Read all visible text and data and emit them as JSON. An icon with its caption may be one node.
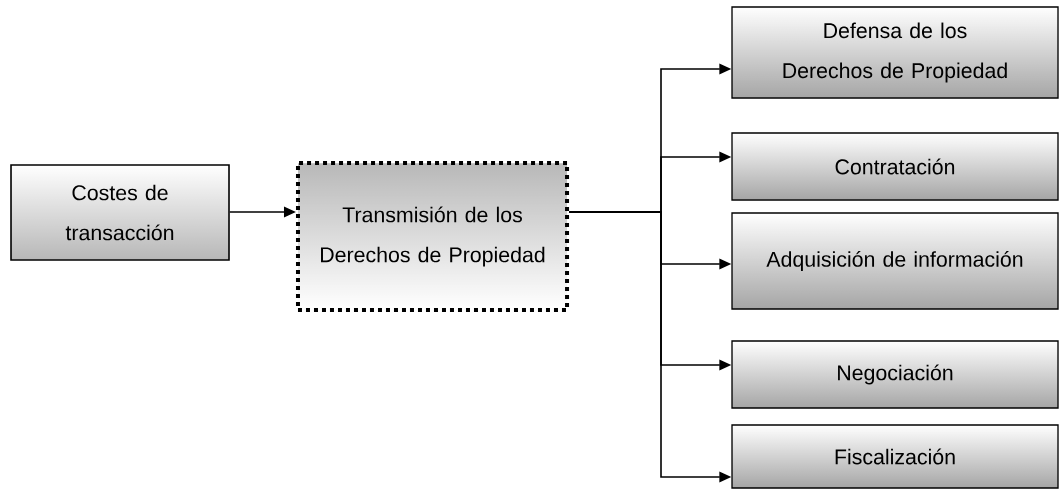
{
  "diagram": {
    "nodes": [
      {
        "text": [
          "Costes de transacción"
        ]
      },
      {
        "text": [
          "Transmisión de los Derechos de Propiedad"
        ]
      },
      {
        "text": [
          "Defensa de los Derechos de Propiedad"
        ]
      },
      {
        "text": [
          "Contratación"
        ]
      },
      {
        "text": [
          "Adquisición de información"
        ]
      },
      {
        "text": [
          "Negociación"
        ]
      },
      {
        "text": [
          "Fiscalización"
        ]
      }
    ],
    "edges": [
      {
        "from": 0,
        "to": 1,
        "arrow": "to"
      },
      {
        "from": 1,
        "to": 2,
        "arrow": "to"
      },
      {
        "from": 1,
        "to": 3,
        "arrow": "to"
      },
      {
        "from": 1,
        "to": 4,
        "arrow": "to"
      },
      {
        "from": 1,
        "to": 5,
        "arrow": "to"
      },
      {
        "from": 1,
        "to": 6,
        "arrow": "to"
      }
    ]
  }
}
